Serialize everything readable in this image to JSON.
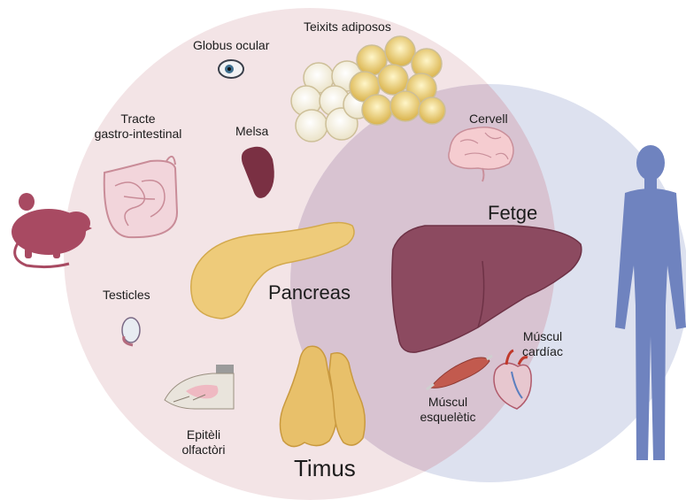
{
  "labels": {
    "globus_ocular": "Globus ocular",
    "teixits_adiposos": "Teixits adiposos",
    "tracte_1": "Tracte",
    "tracte_2": "gastro-intestinal",
    "melsa": "Melsa",
    "cervell": "Cervell",
    "fetge": "Fetge",
    "pancreas": "Pancreas",
    "testicles": "Testicles",
    "muscul_cardiac_1": "Múscul",
    "muscul_cardiac_2": "cardíac",
    "muscul_esq_1": "Múscul",
    "muscul_esq_2": "esquelètic",
    "epiteli_1": "Epitèli",
    "epiteli_2": "olfactòri",
    "timus": "Timus"
  },
  "colors": {
    "mouse_circle": "#f3e4e6",
    "human_circle": "#dde1ef",
    "overlap": "#dccad6",
    "mouse": "#a84a62",
    "human": "#6f83bf",
    "liver": "#8c4a60",
    "pancreas": "#eecb7a",
    "thymus": "#e8c06a"
  },
  "icons": [
    "mouse-icon",
    "human-icon"
  ]
}
